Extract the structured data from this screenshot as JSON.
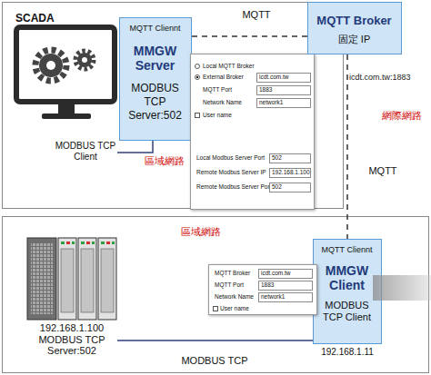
{
  "diagram": {
    "nodes": [
      {
        "text": [
          "區域網路"
        ]
      },
      {
        "text": [
          "SCADA",
          "MODBUS TCP Client"
        ],
        "in": 0
      },
      {
        "text": [
          "MQTT Cliennt",
          "MMGW Server",
          "MODBUS TCP Server:502"
        ],
        "in": 0
      },
      {
        "text": [
          "Local MQTT Broker",
          "External Broker",
          "icdt.com.tw",
          "MQTT Port",
          "1883",
          "Network Name",
          "network1",
          "User name",
          "Local Modbus Server Port",
          "502",
          "Remote Modbus Server IP",
          "192.168.1.100",
          "Remote Modbus Server Port",
          "502"
        ],
        "in": 0
      },
      {
        "text": [
          "MQTT Broker",
          "固定 IP"
        ]
      },
      {
        "text": [
          "區域網路"
        ]
      },
      {
        "text": [
          "192.168.1.100 MODBUS TCP Server:502"
        ],
        "in": 5
      },
      {
        "text": [
          "MQTT Cliennt",
          "MMGW Client",
          "MODBUS TCP Client",
          "192.168.1.11"
        ],
        "in": 5
      },
      {
        "text": [
          "MQTT Broker",
          "icdt.com.tw",
          "MQTT Port",
          "1883",
          "Network Name",
          "network1",
          "User name"
        ],
        "in": 5
      }
    ],
    "edges": [
      {
        "from": 1,
        "to": 2,
        "arrow": "none"
      },
      {
        "from": 2,
        "to": 4,
        "arrow": "none",
        "label": "MQTT"
      },
      {
        "from": 4,
        "to": 7,
        "arrow": "none",
        "label": "MQTT"
      },
      {
        "from": 6,
        "to": 7,
        "arrow": "none",
        "label": "MODBUS TCP"
      }
    ],
    "labels": [
      "icdt.com.tw:1883",
      "網際網路"
    ]
  }
}
